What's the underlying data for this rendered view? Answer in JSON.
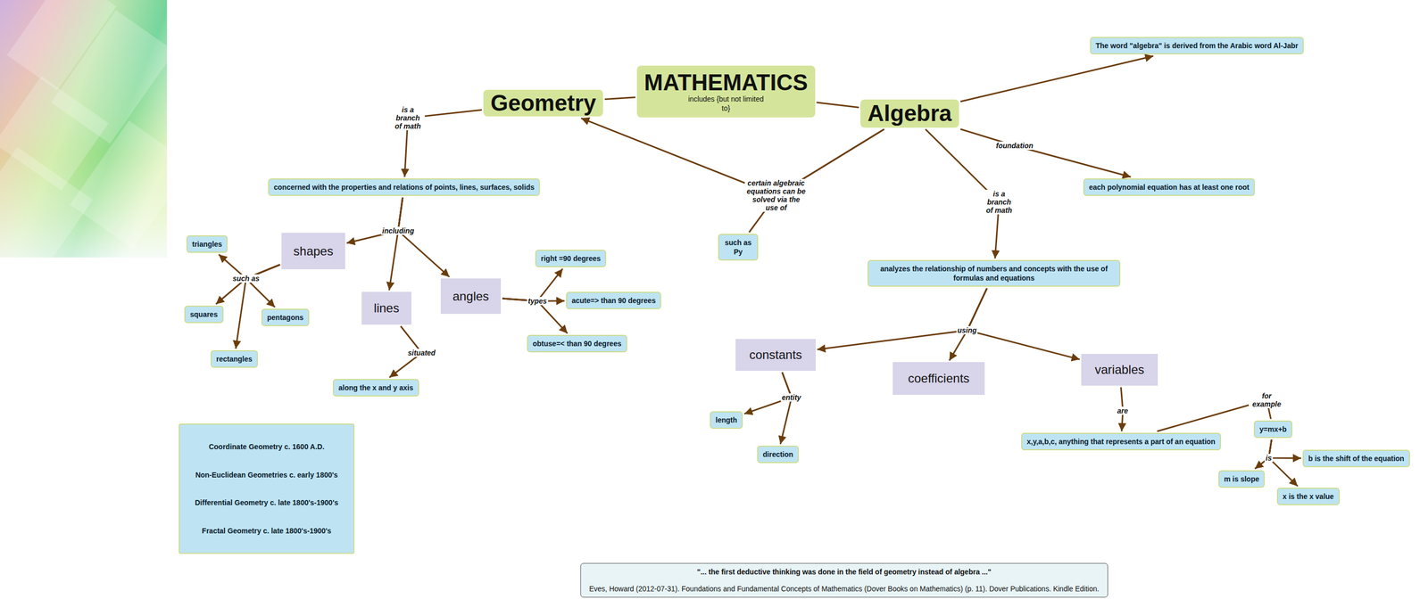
{
  "diagram": {
    "nodes": [
      {
        "text": [
          "MATHEMATICS",
          "includes {but not limited to}"
        ]
      },
      {
        "text": [
          "Geometry"
        ]
      },
      {
        "text": [
          "Algebra"
        ]
      },
      {
        "text": [
          "The word \"algebra\" is derived from the Arabic word Al-Jabr"
        ]
      },
      {
        "text": [
          "concerned with the properties and relations of points, lines, surfaces, solids"
        ]
      },
      {
        "text": [
          "each polynomial equation has at least one root"
        ]
      },
      {
        "text": [
          "such as Py"
        ]
      },
      {
        "text": [
          "analyzes the relationship of numbers and concepts with the use of formulas and equations"
        ]
      },
      {
        "text": [
          "shapes"
        ]
      },
      {
        "text": [
          "lines"
        ]
      },
      {
        "text": [
          "angles"
        ]
      },
      {
        "text": [
          "triangles"
        ]
      },
      {
        "text": [
          "squares"
        ]
      },
      {
        "text": [
          "pentagons"
        ]
      },
      {
        "text": [
          "rectangles"
        ]
      },
      {
        "text": [
          "along the x and y axis"
        ]
      },
      {
        "text": [
          "right =90 degrees"
        ]
      },
      {
        "text": [
          "acute=> than 90 degrees"
        ]
      },
      {
        "text": [
          "obtuse=< than 90 degrees"
        ]
      },
      {
        "text": [
          "constants"
        ]
      },
      {
        "text": [
          "coefficients"
        ]
      },
      {
        "text": [
          "variables"
        ]
      },
      {
        "text": [
          "length"
        ]
      },
      {
        "text": [
          "direction"
        ]
      },
      {
        "text": [
          "x,y,a,b,c, anything that represents a part of an equation"
        ]
      },
      {
        "text": [
          "y=mx+b"
        ]
      },
      {
        "text": [
          "m is slope"
        ]
      },
      {
        "text": [
          "b is the shift of the equation"
        ]
      },
      {
        "text": [
          "x is the x value"
        ]
      },
      {
        "text": [
          "Coordinate Geometry c. 1600 A.D.",
          "Non-Euclidean Geometries c. early 1800's",
          "Differential Geometry c. late 1800's-1900's",
          "Fractal Geometry c. late 1800's-1900's"
        ]
      },
      {
        "text": [
          "\"... the first deductive thinking was done in the field of geometry instead of algebra ...\"",
          "Eves, Howard (2012-07-31). Foundations and Fundamental Concepts of Mathematics (Dover Books on Mathematics) (p. 11). Dover Publications. Kindle Edition."
        ]
      }
    ],
    "edges": [
      {
        "from": 0,
        "to": 1,
        "arrow": "none"
      },
      {
        "from": 0,
        "to": 2,
        "arrow": "none"
      },
      {
        "from": 2,
        "to": 3,
        "arrow": "to"
      },
      {
        "from": 1,
        "to": 4,
        "label": "is a branch of math",
        "arrow": "to"
      },
      {
        "from": 2,
        "to": 5,
        "label": "foundation",
        "arrow": "to"
      },
      {
        "from": 2,
        "to": 1,
        "label": "certain algebraic equations can be solved via the use of",
        "arrow": "to"
      },
      {
        "from": 2,
        "to": 6,
        "arrow": "none"
      },
      {
        "from": 2,
        "to": 7,
        "label": "is a branch of math",
        "arrow": "to"
      },
      {
        "from": 4,
        "to": 8,
        "label": "including",
        "arrow": "to"
      },
      {
        "from": 4,
        "to": 9,
        "arrow": "to"
      },
      {
        "from": 4,
        "to": 10,
        "arrow": "to"
      },
      {
        "from": 8,
        "to": 11,
        "label": "such as",
        "arrow": "to"
      },
      {
        "from": 8,
        "to": 12,
        "arrow": "to"
      },
      {
        "from": 8,
        "to": 14,
        "arrow": "to"
      },
      {
        "from": 8,
        "to": 13,
        "arrow": "to"
      },
      {
        "from": 9,
        "to": 15,
        "label": "situated",
        "arrow": "to"
      },
      {
        "from": 10,
        "to": 16,
        "label": "types",
        "arrow": "to"
      },
      {
        "from": 10,
        "to": 17,
        "arrow": "to"
      },
      {
        "from": 10,
        "to": 18,
        "arrow": "to"
      },
      {
        "from": 7,
        "to": 19,
        "label": "using",
        "arrow": "to"
      },
      {
        "from": 7,
        "to": 20,
        "arrow": "to"
      },
      {
        "from": 7,
        "to": 21,
        "arrow": "to"
      },
      {
        "from": 19,
        "to": 22,
        "label": "entity",
        "arrow": "to"
      },
      {
        "from": 19,
        "to": 23,
        "arrow": "to"
      },
      {
        "from": 21,
        "to": 24,
        "label": "are",
        "arrow": "to"
      },
      {
        "from": 24,
        "to": 25,
        "label": "for example",
        "arrow": "none"
      },
      {
        "from": 25,
        "to": 26,
        "label": "is",
        "arrow": "to"
      },
      {
        "from": 25,
        "to": 27,
        "arrow": "to"
      },
      {
        "from": 25,
        "to": 28,
        "arrow": "to"
      }
    ]
  }
}
